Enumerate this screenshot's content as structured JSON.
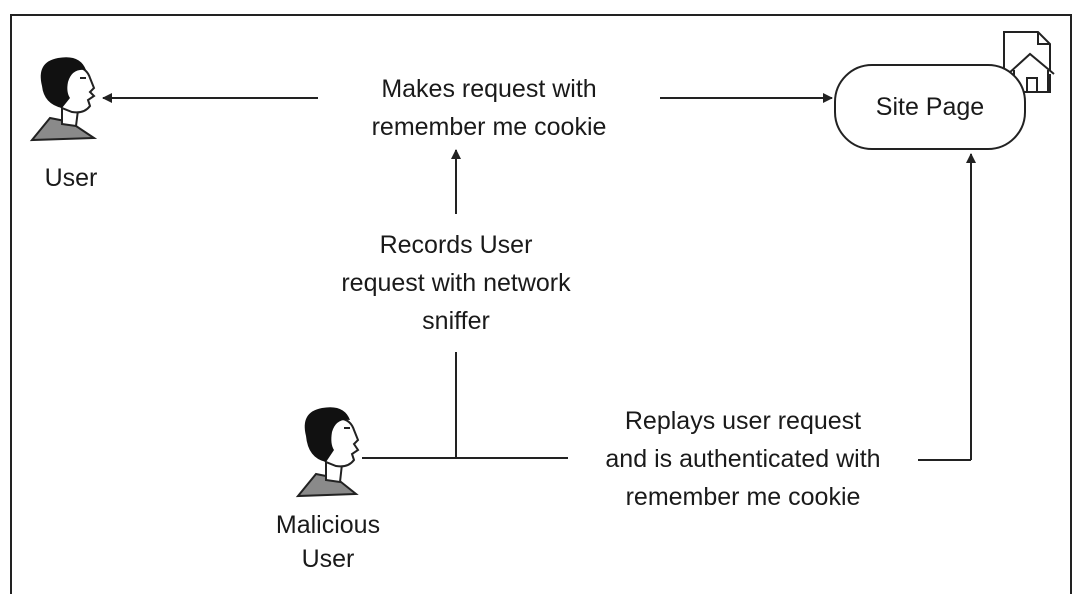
{
  "nodes": {
    "user_label": "User",
    "malicious_user_label": "Malicious\nUser",
    "site_page_label": "Site Page"
  },
  "edges": {
    "makes_request": "Makes request with\nremember me cookie",
    "records_request": "Records User\nrequest with network\nsniffer",
    "replays_request": "Replays user request\nand is authenticated with\nremember me cookie"
  },
  "icons": {
    "user": "person-head-icon",
    "malicious_user": "person-head-icon",
    "site_page": "web-page-home-icon"
  },
  "colors": {
    "stroke": "#222222",
    "hair": "#111111",
    "shirt": "#888888"
  }
}
